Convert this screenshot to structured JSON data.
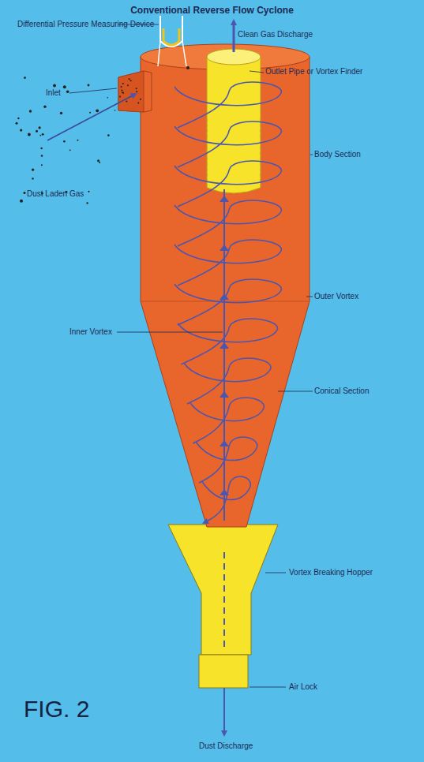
{
  "diagram": {
    "title": "Conventional Reverse Flow Cyclone",
    "caption": "FIG. 2",
    "labels": [
      "Differential Pressure Measuring Device",
      "Clean Gas Discharge",
      "Outlet Pipe or Vortex Finder",
      "Inlet",
      "Body Section",
      "Dust Laden Gas",
      "Outer Vortex",
      "Inner Vortex",
      "Conical Section",
      "Vortex Breaking Hopper",
      "Air Lock",
      "Dust Discharge"
    ]
  }
}
